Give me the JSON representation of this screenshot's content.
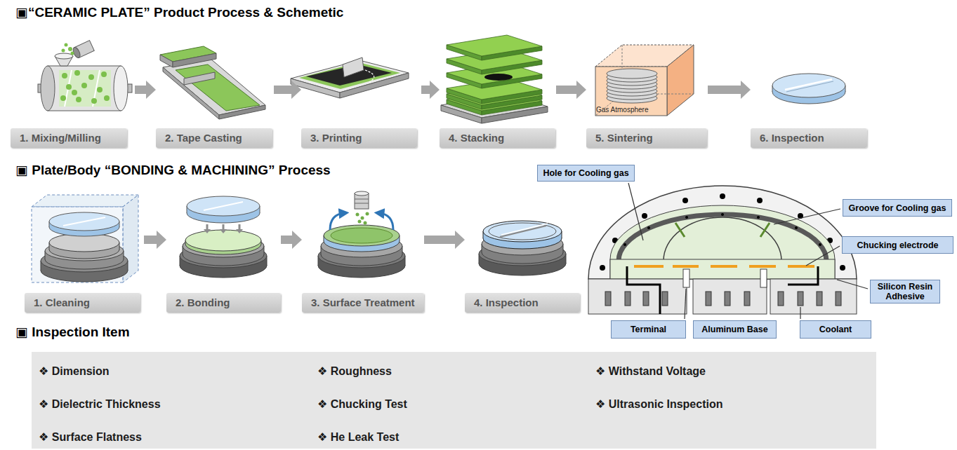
{
  "diagram": {
    "title": "▣“CERAMIC PLATE” Product Process & Schemetic",
    "nodes": [
      {
        "text": [
          "1. Mixing/Milling"
        ]
      },
      {
        "text": [
          "2. Tape Casting"
        ]
      },
      {
        "text": [
          "3. Printing"
        ]
      },
      {
        "text": [
          "4. Stacking"
        ]
      },
      {
        "text": [
          "5. Sintering"
        ]
      },
      {
        "text": [
          "6. Inspection"
        ]
      },
      {
        "text": [
          "1. Cleaning"
        ]
      },
      {
        "text": [
          "2. Bonding"
        ]
      },
      {
        "text": [
          "3. Surface Treatment"
        ]
      },
      {
        "text": [
          "4. Inspection"
        ]
      },
      {
        "text": [
          "Hole for Cooling gas"
        ]
      },
      {
        "text": [
          "Groove for Cooling gas"
        ]
      },
      {
        "text": [
          "Chucking electrode"
        ]
      },
      {
        "text": [
          "Silicon Resin Adhesive"
        ]
      },
      {
        "text": [
          "Terminal"
        ]
      },
      {
        "text": [
          "Aluminum Base"
        ]
      },
      {
        "text": [
          "Coolant"
        ]
      },
      {
        "text": [
          "❖ Dimension",
          "❖ Roughness",
          "❖ Withstand Voltage",
          "❖ Dielectric Thickness",
          "❖ Chucking Test",
          "❖ Ultrasonic Inspection",
          "❖ Surface Flatness",
          "❖ He Leak Test"
        ]
      }
    ],
    "edges": [
      {
        "from": 0,
        "to": 1,
        "arrow": "to"
      },
      {
        "from": 1,
        "to": 2,
        "arrow": "to"
      },
      {
        "from": 2,
        "to": 3,
        "arrow": "to"
      },
      {
        "from": 3,
        "to": 4,
        "arrow": "to"
      },
      {
        "from": 4,
        "to": 5,
        "arrow": "to"
      },
      {
        "from": 6,
        "to": 7,
        "arrow": "to"
      },
      {
        "from": 7,
        "to": 8,
        "arrow": "to"
      },
      {
        "from": 8,
        "to": 9,
        "arrow": "to"
      }
    ],
    "labels": [
      "▣ Plate/Body “BONDING & MACHINING” Process",
      "▣ Inspection Item",
      "Gas Atmosphere"
    ]
  }
}
